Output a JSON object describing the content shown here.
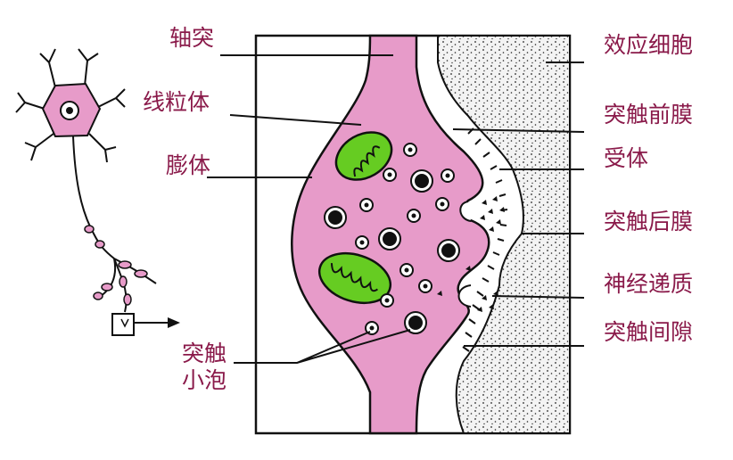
{
  "colors": {
    "label_text": "#8a1a4a",
    "cytoplasm_pink": "#e79bc9",
    "mitochondria_green": "#66cc22",
    "effector_stipple": "#f2f2f2",
    "line": "#111111"
  },
  "labels": {
    "axon": "轴突",
    "mitochondria": "线粒体",
    "bouton": "膨体",
    "vesicle_line1": "突触",
    "vesicle_line2": "小泡",
    "effector_cell": "效应细胞",
    "presynaptic_membrane": "突触前膜",
    "receptor": "受体",
    "postsynaptic_membrane": "突触后膜",
    "neurotransmitter": "神经递质",
    "synaptic_cleft": "突触间隙"
  }
}
